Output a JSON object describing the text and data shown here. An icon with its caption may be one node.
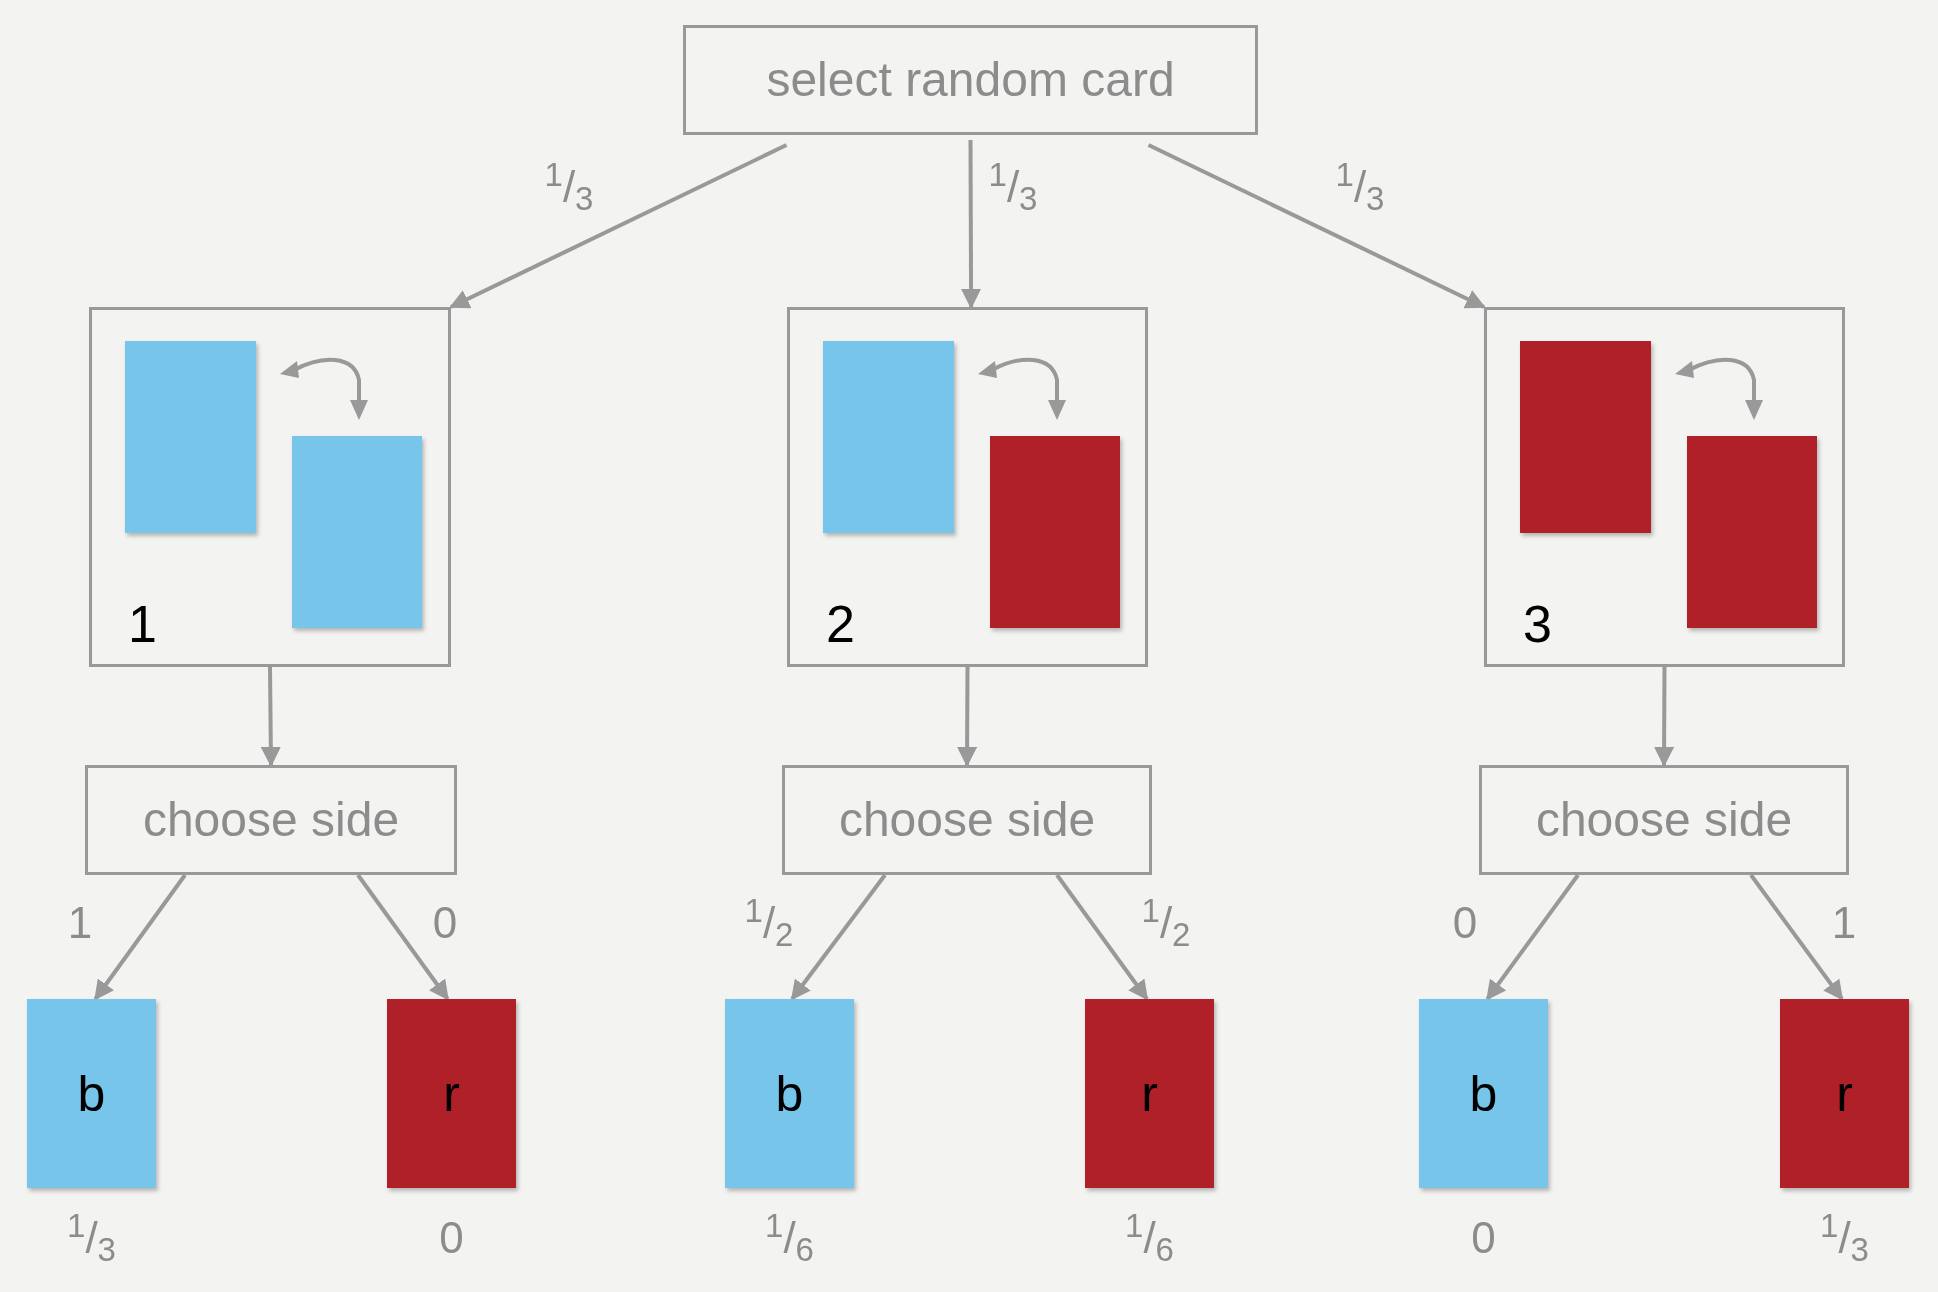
{
  "diagram": {
    "nodes": [
      {
        "text": [
          "select random card"
        ]
      },
      {
        "text": [
          "1"
        ]
      },
      {
        "text": [],
        "shape": "box",
        "in": 1
      },
      {
        "text": [],
        "shape": "box",
        "in": 1
      },
      {
        "text": [
          "2"
        ]
      },
      {
        "text": [],
        "shape": "box",
        "in": 4
      },
      {
        "text": [],
        "shape": "box",
        "in": 4
      },
      {
        "text": [
          "3"
        ]
      },
      {
        "text": [],
        "shape": "box",
        "in": 7
      },
      {
        "text": [],
        "shape": "box",
        "in": 7
      },
      {
        "text": [
          "choose side"
        ]
      },
      {
        "text": [
          "choose side"
        ]
      },
      {
        "text": [
          "choose side"
        ]
      },
      {
        "text": [
          "b"
        ],
        "beside": [
          "$^{1}$/$_{3}$"
        ]
      },
      {
        "text": [
          "r"
        ],
        "beside": [
          "0"
        ]
      },
      {
        "text": [
          "b"
        ],
        "beside": [
          "$^{1}$/$_{6}$"
        ]
      },
      {
        "text": [
          "r"
        ],
        "beside": [
          "$^{1}$/$_{6}$"
        ]
      },
      {
        "text": [
          "b"
        ],
        "beside": [
          "0"
        ]
      },
      {
        "text": [
          "r"
        ],
        "beside": [
          "$^{1}$/$_{3}$"
        ]
      }
    ],
    "edges": [
      {
        "from": 0,
        "to": 1,
        "arrow": "to",
        "label": "$^{1}$/$_{3}$"
      },
      {
        "from": 0,
        "to": 4,
        "arrow": "to",
        "label": "$^{1}$/$_{3}$"
      },
      {
        "from": 0,
        "to": 7,
        "arrow": "to",
        "label": "$^{1}$/$_{3}$"
      },
      {
        "from": 1,
        "to": 10,
        "arrow": "to"
      },
      {
        "from": 4,
        "to": 11,
        "arrow": "to"
      },
      {
        "from": 7,
        "to": 12,
        "arrow": "to"
      },
      {
        "from": 10,
        "to": 13,
        "arrow": "to",
        "label": "1"
      },
      {
        "from": 10,
        "to": 14,
        "arrow": "to",
        "label": "0"
      },
      {
        "from": 11,
        "to": 15,
        "arrow": "to",
        "label": "$^{1}$/$_{2}$"
      },
      {
        "from": 11,
        "to": 16,
        "arrow": "to",
        "label": "$^{1}$/$_{2}$"
      },
      {
        "from": 12,
        "to": 17,
        "arrow": "to",
        "label": "0"
      },
      {
        "from": 12,
        "to": 18,
        "arrow": "to",
        "label": "1"
      }
    ]
  }
}
